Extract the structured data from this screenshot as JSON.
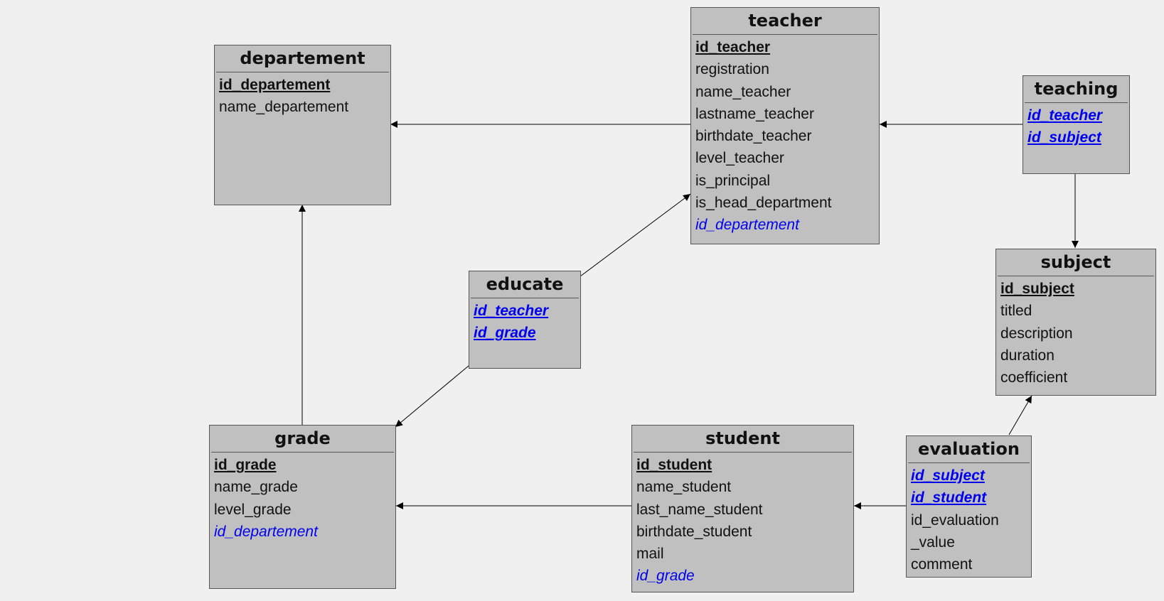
{
  "entities": {
    "departement": {
      "name": "departement",
      "fields": [
        {
          "text": "id_departement",
          "pk": true,
          "fk": false
        },
        {
          "text": "name_departement",
          "pk": false,
          "fk": false
        }
      ]
    },
    "teacher": {
      "name": "teacher",
      "fields": [
        {
          "text": "id_teacher",
          "pk": true,
          "fk": false
        },
        {
          "text": "registration",
          "pk": false,
          "fk": false
        },
        {
          "text": "name_teacher",
          "pk": false,
          "fk": false
        },
        {
          "text": "lastname_teacher",
          "pk": false,
          "fk": false
        },
        {
          "text": "birthdate_teacher",
          "pk": false,
          "fk": false
        },
        {
          "text": "level_teacher",
          "pk": false,
          "fk": false
        },
        {
          "text": "is_principal",
          "pk": false,
          "fk": false
        },
        {
          "text": "is_head_department",
          "pk": false,
          "fk": false
        },
        {
          "text": "id_departement",
          "pk": false,
          "fk": true
        }
      ]
    },
    "teaching": {
      "name": "teaching",
      "fields": [
        {
          "text": "id_teacher",
          "pk": true,
          "fk": true
        },
        {
          "text": "id_subject",
          "pk": true,
          "fk": true
        }
      ]
    },
    "subject": {
      "name": "subject",
      "fields": [
        {
          "text": "id_subject",
          "pk": true,
          "fk": false
        },
        {
          "text": "titled",
          "pk": false,
          "fk": false
        },
        {
          "text": "description",
          "pk": false,
          "fk": false
        },
        {
          "text": "duration",
          "pk": false,
          "fk": false
        },
        {
          "text": "coefficient",
          "pk": false,
          "fk": false
        }
      ]
    },
    "educate": {
      "name": "educate",
      "fields": [
        {
          "text": "id_teacher",
          "pk": true,
          "fk": true
        },
        {
          "text": "id_grade",
          "pk": true,
          "fk": true
        }
      ]
    },
    "grade": {
      "name": "grade",
      "fields": [
        {
          "text": "id_grade",
          "pk": true,
          "fk": false
        },
        {
          "text": "name_grade",
          "pk": false,
          "fk": false
        },
        {
          "text": "level_grade",
          "pk": false,
          "fk": false
        },
        {
          "text": "id_departement",
          "pk": false,
          "fk": true
        }
      ]
    },
    "student": {
      "name": "student",
      "fields": [
        {
          "text": "id_student",
          "pk": true,
          "fk": false
        },
        {
          "text": "name_student",
          "pk": false,
          "fk": false
        },
        {
          "text": "last_name_student",
          "pk": false,
          "fk": false
        },
        {
          "text": "birthdate_student",
          "pk": false,
          "fk": false
        },
        {
          "text": "mail",
          "pk": false,
          "fk": false
        },
        {
          "text": "id_grade",
          "pk": false,
          "fk": true
        }
      ]
    },
    "evaluation": {
      "name": "evaluation",
      "fields": [
        {
          "text": "id_subject",
          "pk": true,
          "fk": true
        },
        {
          "text": "id_student",
          "pk": true,
          "fk": true
        },
        {
          "text": "id_evaluation",
          "pk": false,
          "fk": false
        },
        {
          "text": "_value",
          "pk": false,
          "fk": false
        },
        {
          "text": "comment",
          "pk": false,
          "fk": false
        }
      ]
    }
  },
  "relationships": [
    {
      "from": "teacher",
      "to": "departement"
    },
    {
      "from": "teaching",
      "to": "teacher"
    },
    {
      "from": "teaching",
      "to": "subject"
    },
    {
      "from": "educate",
      "to": "teacher"
    },
    {
      "from": "educate",
      "to": "grade"
    },
    {
      "from": "grade",
      "to": "departement"
    },
    {
      "from": "student",
      "to": "grade"
    },
    {
      "from": "evaluation",
      "to": "student"
    },
    {
      "from": "evaluation",
      "to": "subject"
    }
  ],
  "colors": {
    "background": "#f0f0f0",
    "entity_fill": "#c0c0c0",
    "entity_border": "#555555",
    "foreign_key": "#0000ee",
    "text": "#111111",
    "edge": "#000000"
  }
}
